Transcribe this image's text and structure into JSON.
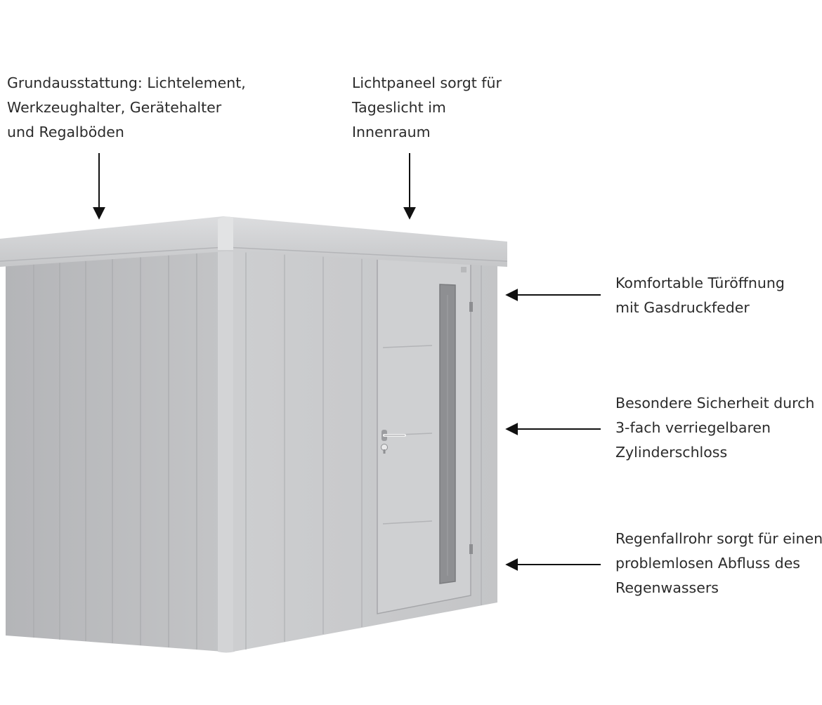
{
  "colors": {
    "background": "#ffffff",
    "text": "#2b2b2b",
    "arrow": "#111111",
    "shed_front": "#c9cacc",
    "shed_side": "#b9babc",
    "roof": "#d2d3d5",
    "window": "#8e8f92"
  },
  "callouts": {
    "equipment": {
      "lines": [
        "Grundausstattung: Lichtelement,",
        "Werkzeughalter, Gerätehalter",
        "und Regalböden"
      ]
    },
    "light_panel": {
      "lines": [
        "Lichtpaneel sorgt für",
        "Tageslicht im",
        "Innenraum"
      ]
    },
    "door_opening": {
      "lines": [
        "Komfortable Türöffnung",
        "mit Gasdruckfeder"
      ]
    },
    "security": {
      "lines": [
        "Besondere Sicherheit durch",
        "3-fach verriegelbaren",
        "Zylinderschloss"
      ]
    },
    "downpipe": {
      "lines": [
        "Regenfallrohr sorgt für einen",
        "problemlosen Abfluss des",
        "Regenwassers"
      ]
    }
  },
  "icons": {
    "shed": "garden-shed-illustration",
    "arrow": "arrow-icon"
  }
}
